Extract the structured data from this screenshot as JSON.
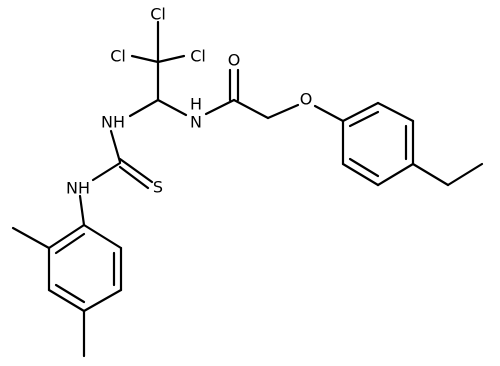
{
  "molecule": {
    "atom_labels": {
      "cl_top": "Cl",
      "cl_left": "Cl",
      "cl_right": "Cl",
      "nh_amide": "N",
      "h_amide": "H",
      "oxygen_carbonyl": "O",
      "oxygen_ether": "O",
      "nh_thiourea_1": "NH",
      "nh_thiourea_2": "NH",
      "sulfur": "S"
    }
  }
}
